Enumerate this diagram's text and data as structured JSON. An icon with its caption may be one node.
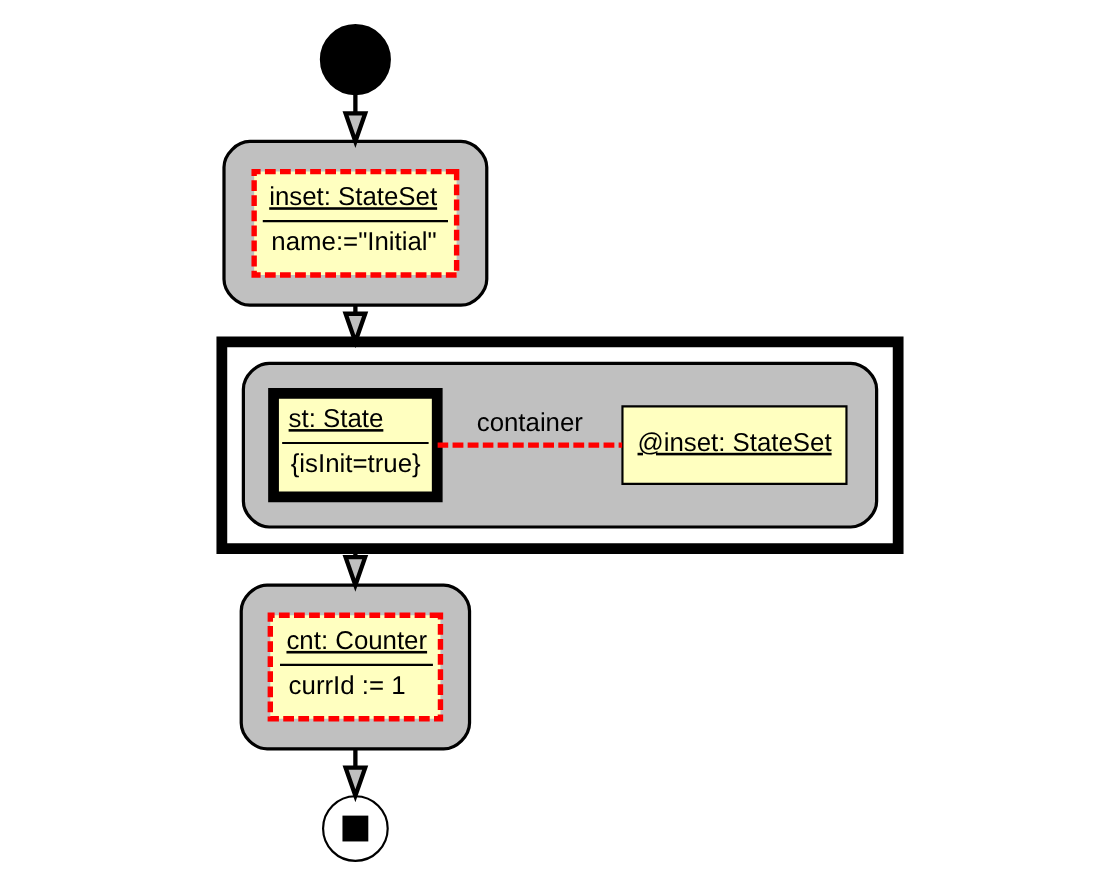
{
  "diagram": {
    "nodes": [
      {
        "text": [],
        "shape": "circle"
      },
      {
        "text": [],
        "shape": "box"
      },
      {
        "text": [
          "inset: StateSet",
          "name:=\"Initial\""
        ],
        "in": 1
      },
      {
        "text": [],
        "shape": "box"
      },
      {
        "text": [],
        "shape": "box",
        "in": 3
      },
      {
        "text": [
          "st: State",
          "{isInit=true}"
        ],
        "in": 4
      },
      {
        "text": [
          "@inset: StateSet"
        ],
        "in": 4
      },
      {
        "text": [],
        "shape": "box"
      },
      {
        "text": [
          "cnt: Counter",
          "currId := 1"
        ],
        "in": 7
      },
      {
        "text": [],
        "shape": "circle"
      }
    ],
    "edges": [
      {
        "from": 0,
        "to": 1,
        "arrow": "to"
      },
      {
        "from": 1,
        "to": 3,
        "arrow": "to"
      },
      {
        "from": 3,
        "to": 7,
        "arrow": "to"
      },
      {
        "from": 7,
        "to": 9,
        "arrow": "to"
      },
      {
        "from": 5,
        "to": 6,
        "arrow": "none",
        "label": "container",
        "style": "dashed",
        "color": "#ff0000"
      }
    ]
  }
}
